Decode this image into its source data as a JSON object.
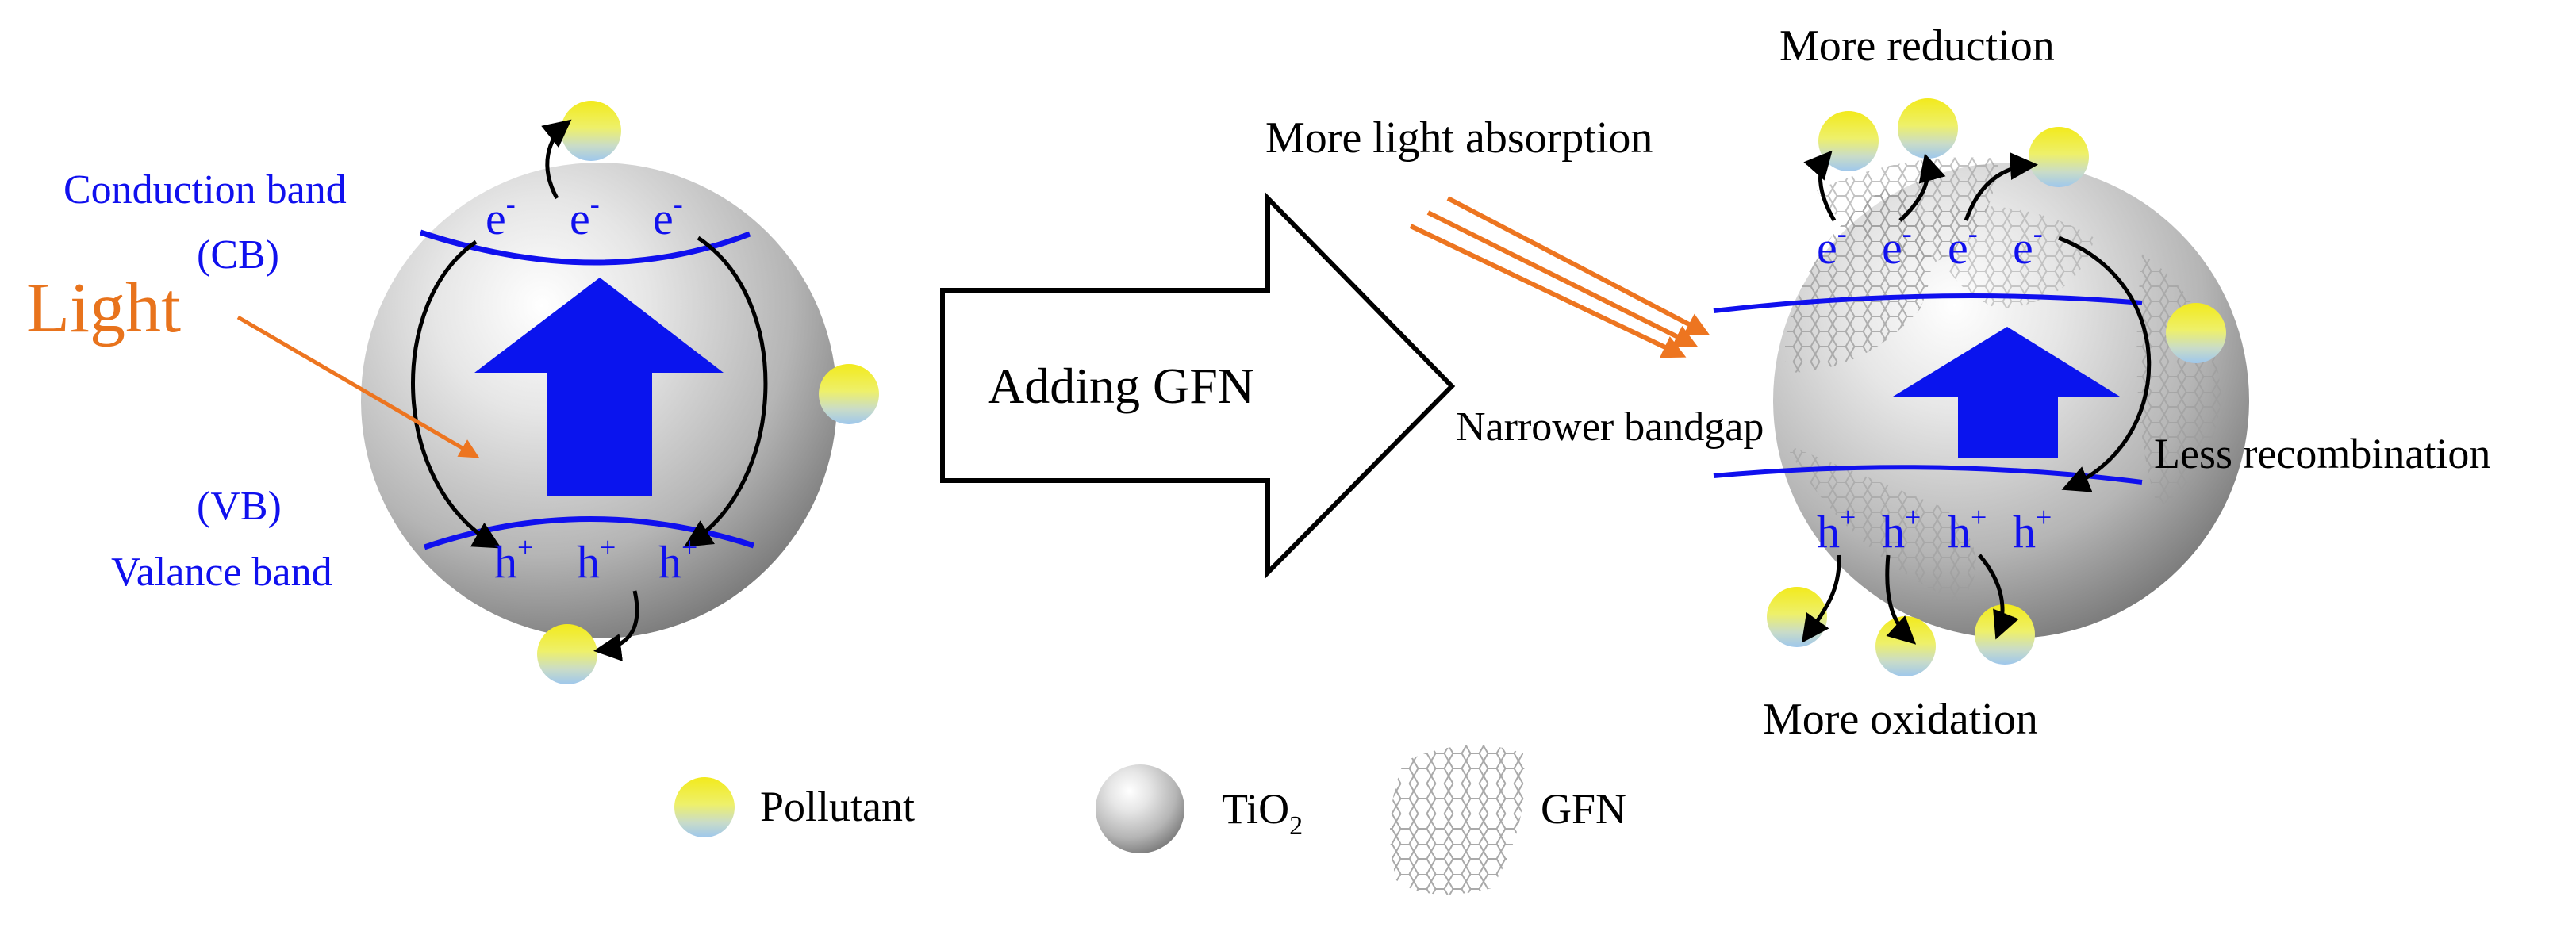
{
  "left_panel": {
    "conduction_band": "Conduction band",
    "cb_abbr": "(CB)",
    "light": "Light",
    "vb_abbr": "(VB)",
    "valance_band": "Valance band",
    "electron": "e",
    "electron_sup": "-",
    "hole": "h",
    "hole_sup": "+"
  },
  "middle": {
    "adding_label": "Adding GFN"
  },
  "right_panel": {
    "more_reduction": "More reduction",
    "more_light_absorption": "More light absorption",
    "narrower_bandgap": "Narrower bandgap",
    "less_recombination": "Less recombination",
    "more_oxidation": "More oxidation"
  },
  "legend": {
    "pollutant": "Pollutant",
    "tio2_base": "TiO",
    "tio2_sub": "2",
    "gfn": "GFN"
  },
  "colors": {
    "band_blue": "#1010ee",
    "light_orange": "#ed7520",
    "pollutant_yellow": "#f2ea1c",
    "pollutant_blue": "#9ec7ec",
    "sphere_gray": "#a8a8a8"
  }
}
